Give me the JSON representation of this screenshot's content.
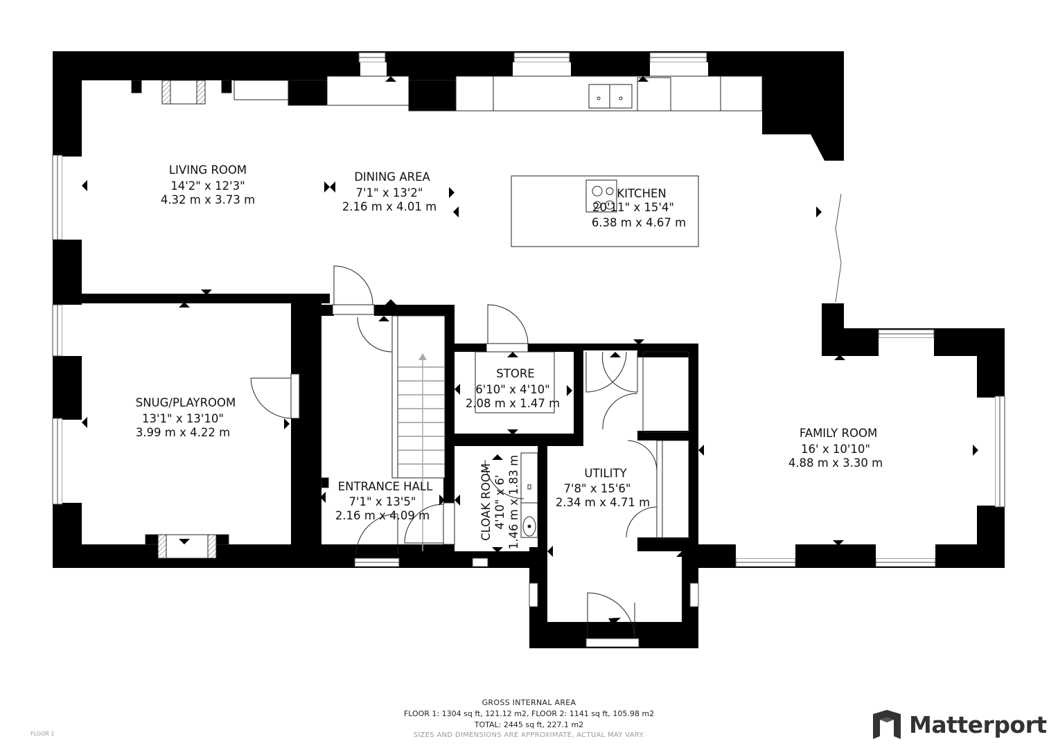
{
  "rooms": {
    "living": {
      "name": "LIVING ROOM",
      "imperial": "14'2\" x 12'3\"",
      "metric": "4.32 m x 3.73 m"
    },
    "dining": {
      "name": "DINING AREA",
      "imperial": "7'1\" x 13'2\"",
      "metric": "2.16 m x 4.01 m"
    },
    "kitchen": {
      "name": "KITCHEN",
      "imperial": "20'11\" x 15'4\"",
      "metric": "6.38 m x 4.67 m"
    },
    "snug": {
      "name": "SNUG/PLAYROOM",
      "imperial": "13'1\" x 13'10\"",
      "metric": "3.99 m x 4.22 m"
    },
    "store": {
      "name": "STORE",
      "imperial": "6'10\" x 4'10\"",
      "metric": "2.08 m x 1.47 m"
    },
    "hall": {
      "name": "ENTRANCE HALL",
      "imperial": "7'1\" x 13'5\"",
      "metric": "2.16 m x 4.09 m"
    },
    "cloak": {
      "name": "CLOAK ROOM",
      "imperial": "4'10\" x 6'",
      "metric": "1.46 m x 1.83 m"
    },
    "utility": {
      "name": "UTILITY",
      "imperial": "7'8\" x 15'6\"",
      "metric": "2.34 m x 4.71 m"
    },
    "family": {
      "name": "FAMILY ROOM",
      "imperial": "16' x 10'10\"",
      "metric": "4.88 m x 3.30 m"
    }
  },
  "footer": {
    "heading": "GROSS INTERNAL AREA",
    "floors": "FLOOR 1: 1304 sq ft, 121.12 m2, FLOOR 2: 1141 sq ft, 105.98 m2",
    "total": "TOTAL: 2445 sq ft, 227.1 m2",
    "disclaimer": "SIZES AND DIMENSIONS ARE APPROXIMATE, ACTUAL MAY VARY.",
    "floor_tag": "FLOOR 1"
  },
  "brand": {
    "name": "Matterport",
    "icon": "matterport-logo-icon"
  },
  "colors": {
    "wall": "#000000",
    "fixture_stroke": "#222222",
    "brand_text": "#333333"
  }
}
